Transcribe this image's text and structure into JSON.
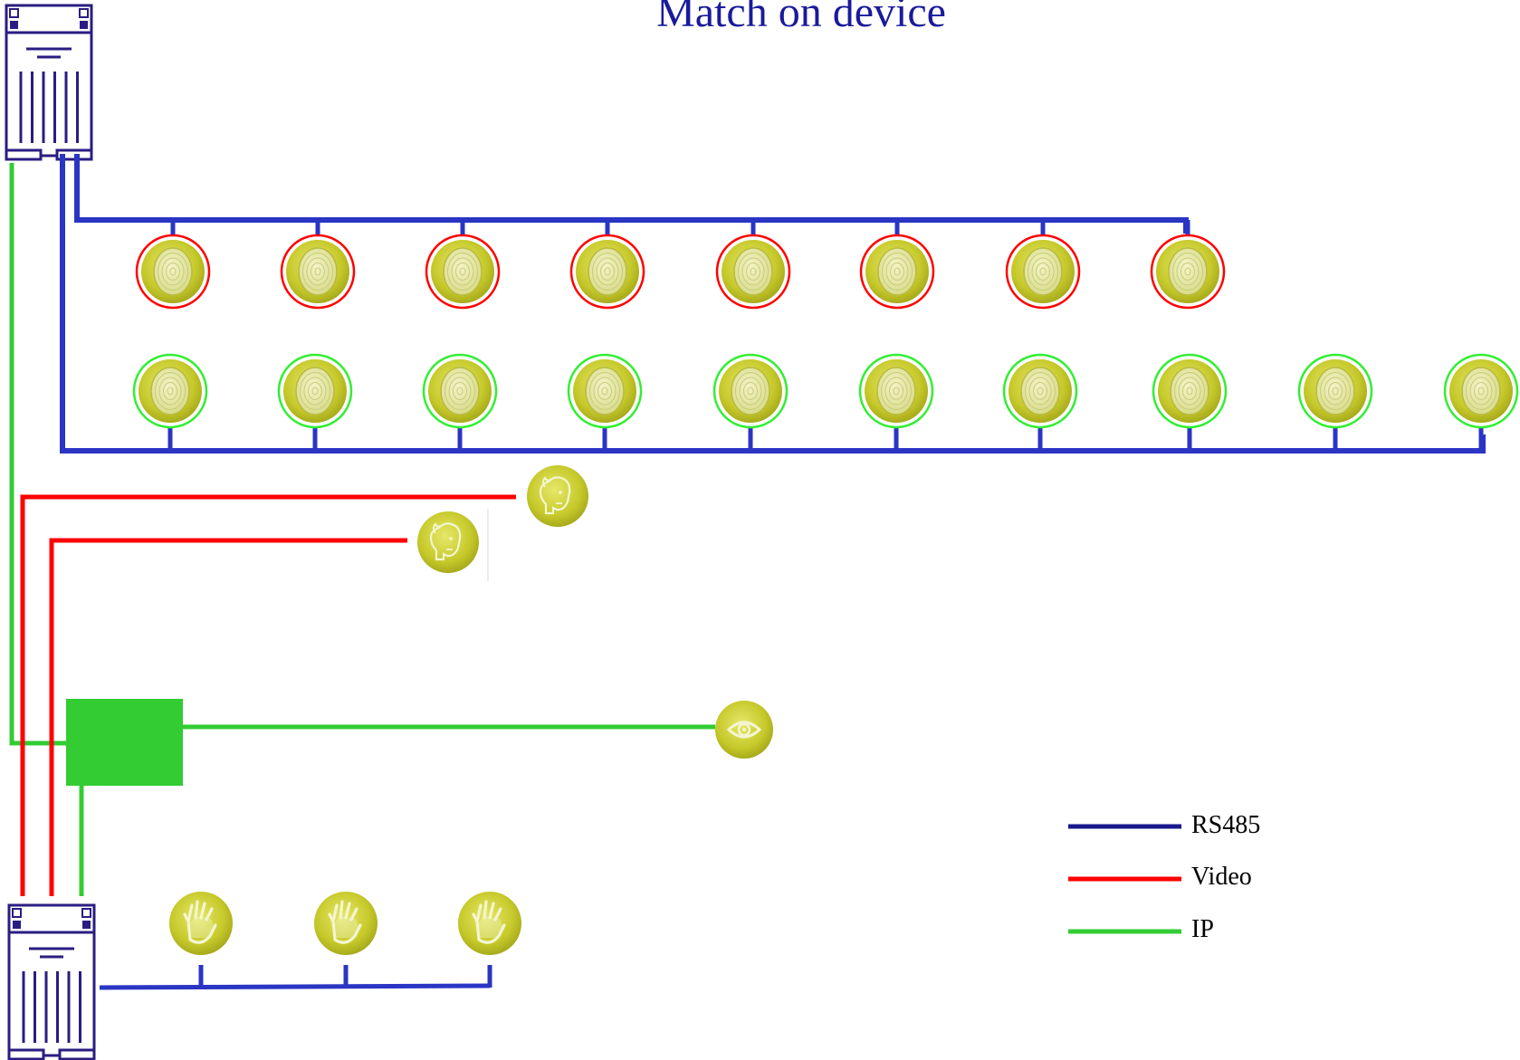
{
  "title": "Match on device",
  "colors": {
    "rs485": "#2b35c4",
    "video": "#ff0000",
    "ip": "#33cc33",
    "badge": "#c9cc2e",
    "device": "#2a1d82"
  },
  "legend": [
    {
      "label": "RS485",
      "color": "#1a1a8c"
    },
    {
      "label": "Video",
      "color": "#ff0000"
    },
    {
      "label": "IP",
      "color": "#33cc33"
    }
  ],
  "icons": {
    "fingerprint_red_row": 8,
    "fingerprint_green_row": 10,
    "face": 2,
    "iris": 1,
    "hand": 3
  }
}
